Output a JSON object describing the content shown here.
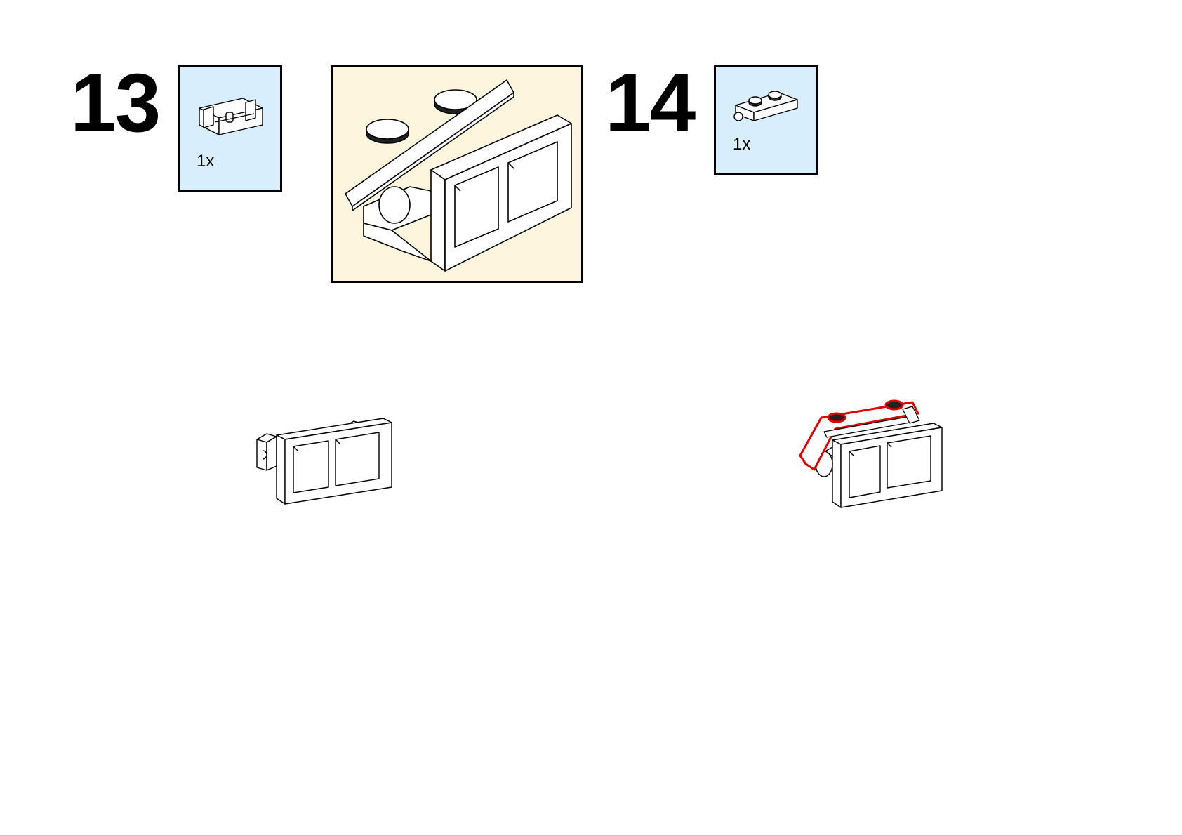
{
  "steps": [
    {
      "number": "13",
      "parts": [
        {
          "quantity": "1x",
          "icon": "hinge-plate-icon"
        }
      ]
    },
    {
      "number": "14",
      "parts": [
        {
          "quantity": "1x",
          "icon": "plate-1x2-with-studs-icon"
        }
      ]
    }
  ],
  "colors": {
    "parts_background": "#d8eefc",
    "callout_background": "#fdf5dd",
    "highlight": "#e00000"
  }
}
